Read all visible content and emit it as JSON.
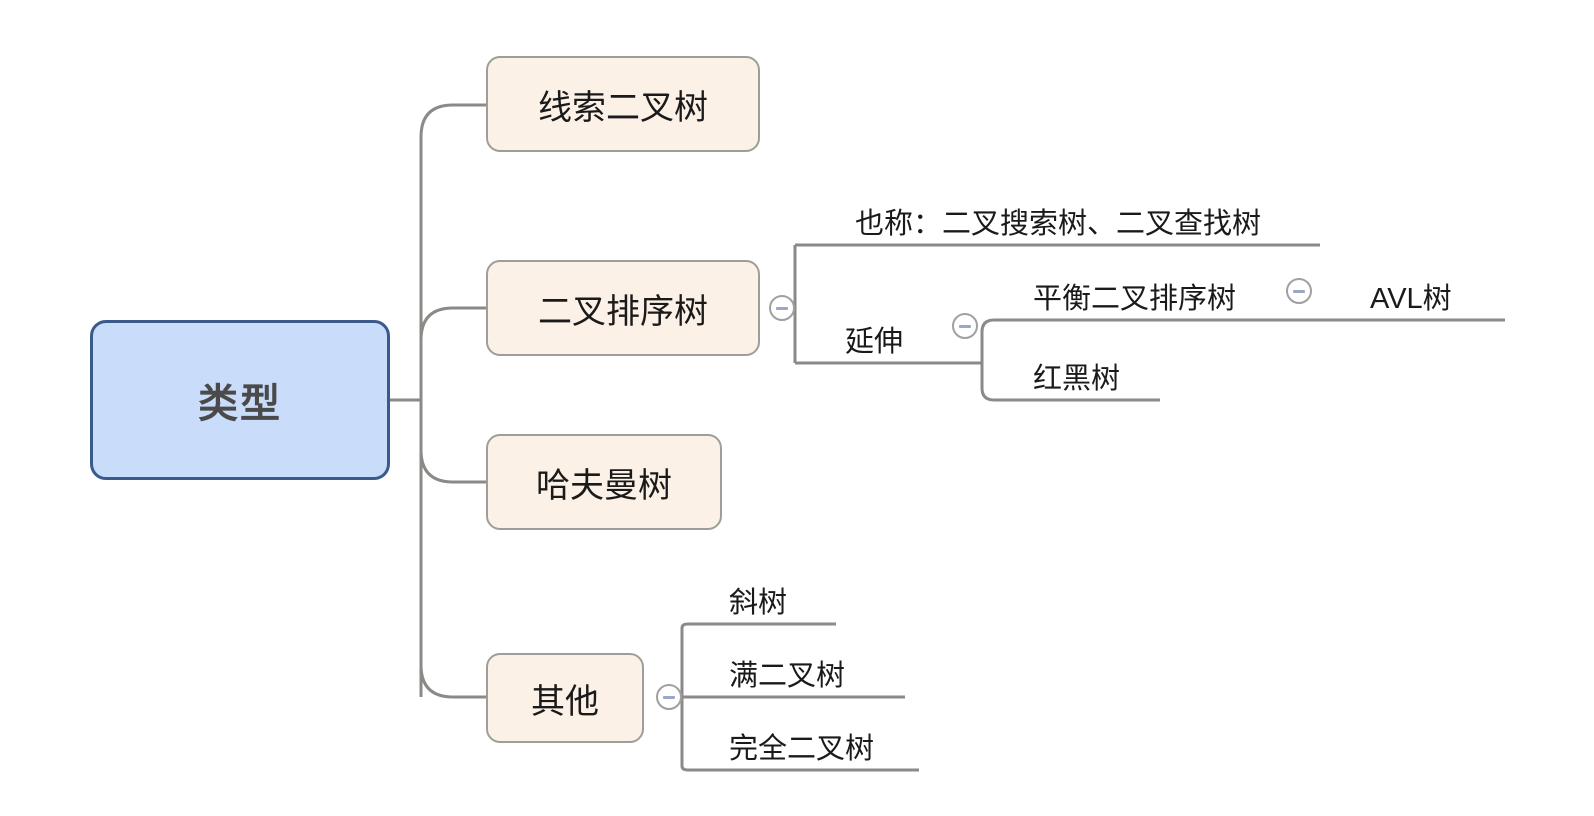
{
  "diagram": {
    "title": "类型",
    "type": "mindmap",
    "colors": {
      "root_fill": "#c9dcfa",
      "root_border": "#3a5a8c",
      "root_text": "#4a4a4a",
      "branch_fill": "#fcf1e7",
      "branch_border": "#9e9e99",
      "edge": "#8a8a86",
      "text": "#1a1a1a",
      "toggle_bar": "#9aa7c7",
      "background": "#ffffff"
    }
  },
  "root": {
    "label": "类型"
  },
  "branches": [
    {
      "id": "threaded",
      "label": "线索二叉树",
      "has_toggle": false,
      "children": []
    },
    {
      "id": "bst",
      "label": "二叉排序树",
      "has_toggle": true,
      "toggle_state": "expanded",
      "toggle_icon": "minus-circle-icon",
      "children": [
        {
          "id": "alias",
          "label": "也称：二叉搜索树、二叉查找树",
          "has_toggle": false,
          "children": []
        },
        {
          "id": "extend",
          "label": "延伸",
          "has_toggle": true,
          "toggle_state": "expanded",
          "toggle_icon": "minus-circle-icon",
          "children": [
            {
              "id": "avl-parent",
              "label": "平衡二叉排序树",
              "has_toggle": true,
              "toggle_state": "expanded",
              "toggle_icon": "minus-circle-icon",
              "children": [
                {
                  "id": "avl",
                  "label": "AVL树",
                  "has_toggle": false,
                  "children": []
                }
              ]
            },
            {
              "id": "rbtree",
              "label": "红黑树",
              "has_toggle": false,
              "children": []
            }
          ]
        }
      ]
    },
    {
      "id": "huffman",
      "label": "哈夫曼树",
      "has_toggle": false,
      "children": []
    },
    {
      "id": "other",
      "label": "其他",
      "has_toggle": true,
      "toggle_state": "expanded",
      "toggle_icon": "minus-circle-icon",
      "children": [
        {
          "id": "skew",
          "label": "斜树",
          "has_toggle": false,
          "children": []
        },
        {
          "id": "full",
          "label": "满二叉树",
          "has_toggle": false,
          "children": []
        },
        {
          "id": "complete",
          "label": "完全二叉树",
          "has_toggle": false,
          "children": []
        }
      ]
    }
  ]
}
